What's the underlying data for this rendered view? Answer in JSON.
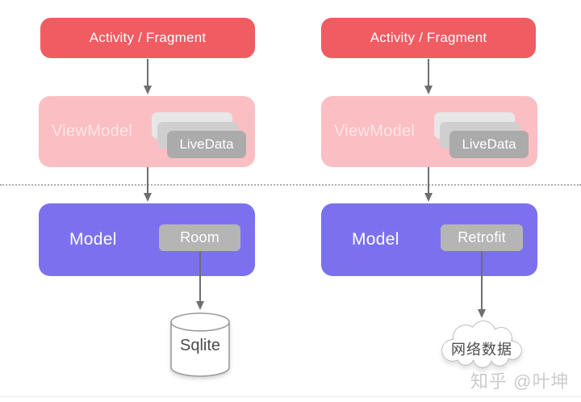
{
  "diagram": {
    "title_implicit": "Android MVVM architecture diagram",
    "watermark": "知乎 @叶坤",
    "colors": {
      "activity_red": "#F15B62",
      "viewmodel_pink": "#FBBEC3",
      "model_purple": "#7B71EF",
      "badge_gray": "#B5B5B5",
      "livedata_gray": "#ABABAB",
      "card_mid_gray": "#CFCFCF",
      "card_back_gray": "#E7E7E7",
      "arrow_gray": "#6F6F6F",
      "dotted_gray": "#ADADAD",
      "outline_gray": "#9A9A9A",
      "text_dark": "#4B4B4B",
      "watermark_gray": "#CBCBCB"
    },
    "columns": [
      {
        "name": "local-database-path",
        "activity_label": "Activity / Fragment",
        "viewmodel_label": "ViewModel",
        "livedata_label": "LiveData",
        "model_label": "Model",
        "library_badge": "Room",
        "data_source": "Sqlite",
        "data_source_shape": "database-cylinder"
      },
      {
        "name": "network-path",
        "activity_label": "Activity / Fragment",
        "viewmodel_label": "ViewModel",
        "livedata_label": "LiveData",
        "model_label": "Model",
        "library_badge": "Retrofit",
        "data_source": "网络数据",
        "data_source_shape": "cloud"
      }
    ]
  }
}
